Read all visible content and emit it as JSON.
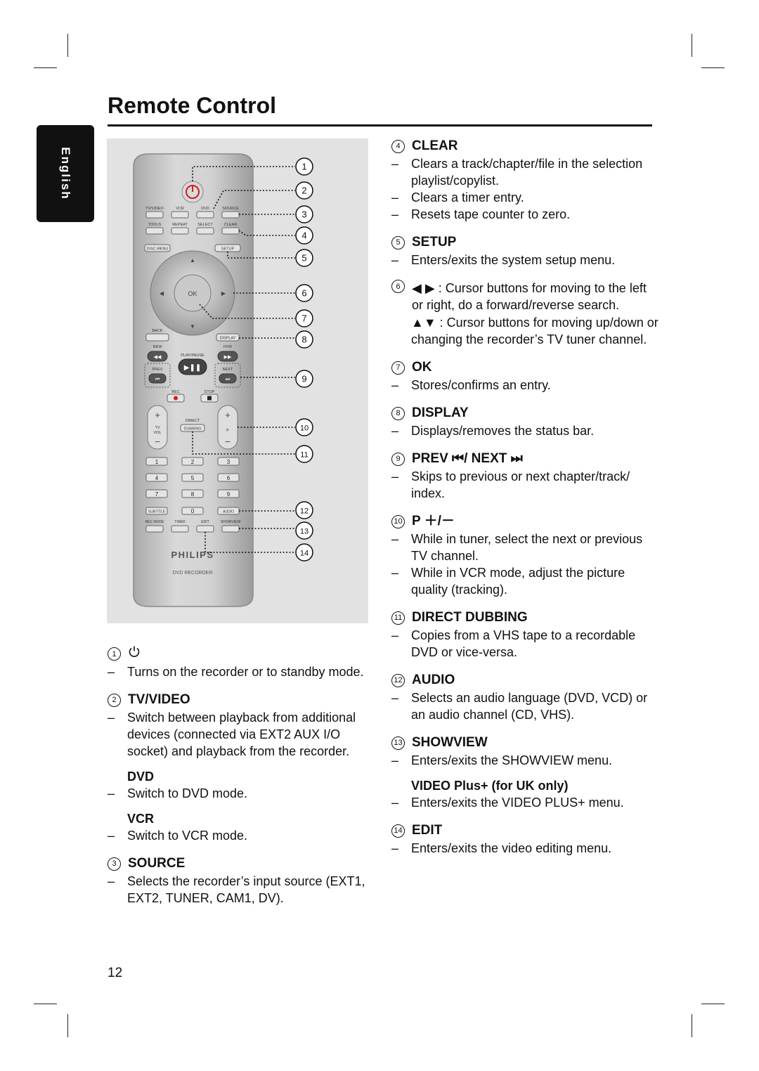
{
  "page": {
    "title": "Remote Control",
    "language_tab": "English",
    "page_number": "12"
  },
  "remote": {
    "labels": {
      "tv_video": "TV/VIDEO",
      "vcr": "VCR",
      "dvd": "DVD",
      "source": "SOURCE",
      "tools": "TOOLS",
      "repeat": "REPEAT",
      "select": "SELECT",
      "clear": "CLEAR",
      "disc_menu": "DISC MENU",
      "setup": "SETUP",
      "ok": "OK",
      "back": "BACK",
      "display": "DISPLAY",
      "rew": "REW",
      "play_pause": "PLAY/PAUSE",
      "ffw": "FFW",
      "prev": "PREV",
      "next": "NEXT",
      "rec": "REC",
      "stop": "STOP",
      "tv": "TV",
      "vol": "VOL",
      "direct": "DIRECT",
      "dubbing": "DUBBING",
      "p": "P",
      "subtitle": "SUBTITLE",
      "audio": "AUDIO",
      "rec_mode": "REC MODE",
      "timer": "TIMER",
      "edit": "EDIT",
      "showview": "SHOWVIEW",
      "brand": "PHILIPS",
      "model": "DVD RECORDER"
    },
    "digits": [
      "1",
      "2",
      "3",
      "4",
      "5",
      "6",
      "7",
      "8",
      "9",
      "0"
    ],
    "callouts": [
      "1",
      "2",
      "3",
      "4",
      "5",
      "6",
      "7",
      "8",
      "9",
      "10",
      "11",
      "12",
      "13",
      "14"
    ]
  },
  "left_items": [
    {
      "num": "1",
      "icon": "power-icon",
      "lines": [
        "Turns on the recorder or to standby mode."
      ]
    },
    {
      "num": "2",
      "title": "TV/VIDEO",
      "lines": [
        "Switch between playback from additional devices (connected via EXT2 AUX I/O socket) and playback from the recorder."
      ],
      "subs": [
        {
          "title": "DVD",
          "lines": [
            "Switch to DVD mode."
          ]
        },
        {
          "title": "VCR",
          "lines": [
            "Switch to VCR mode."
          ]
        }
      ]
    },
    {
      "num": "3",
      "title": "SOURCE",
      "lines": [
        "Selects the recorder’s input source (EXT1, EXT2, TUNER, CAM1, DV)."
      ]
    }
  ],
  "right_items": [
    {
      "num": "4",
      "title": "CLEAR",
      "lines": [
        "Clears a track/chapter/file in the selection playlist/copylist.",
        "Clears a timer entry.",
        "Resets tape counter to zero."
      ]
    },
    {
      "num": "5",
      "title": "SETUP",
      "lines": [
        "Enters/exits the system setup menu."
      ]
    },
    {
      "num": "6",
      "title": "◀ ▶ : Cursor buttons for moving to the left or right, do a forward/reverse search.",
      "extra": "▲▼ : Cursor buttons for moving up/down or changing the recorder’s TV tuner channel."
    },
    {
      "num": "7",
      "title": "OK",
      "lines": [
        "Stores/confirms an entry."
      ]
    },
    {
      "num": "8",
      "title": "DISPLAY",
      "lines": [
        "Displays/removes the status bar."
      ]
    },
    {
      "num": "9",
      "title": "PREV ⏮/ NEXT ⏭",
      "lines": [
        "Skips to previous or next chapter/track/ index."
      ]
    },
    {
      "num": "10",
      "title": "P ＋/－",
      "lines": [
        "While in tuner, select the next or previous TV channel.",
        "While in VCR mode, adjust the picture quality (tracking)."
      ]
    },
    {
      "num": "11",
      "title": "DIRECT DUBBING",
      "lines": [
        "Copies from a VHS tape to a recordable DVD or vice-versa."
      ]
    },
    {
      "num": "12",
      "title": "AUDIO",
      "lines": [
        "Selects an audio language (DVD, VCD) or an audio channel (CD, VHS)."
      ]
    },
    {
      "num": "13",
      "title": "SHOWVIEW",
      "lines": [
        "Enters/exits the SHOWVIEW menu."
      ],
      "subs": [
        {
          "title": "VIDEO Plus+ (for UK only)",
          "lines": [
            "Enters/exits the VIDEO PLUS+ menu."
          ]
        }
      ]
    },
    {
      "num": "14",
      "title": "EDIT",
      "lines": [
        "Enters/exits the video editing menu."
      ]
    }
  ]
}
